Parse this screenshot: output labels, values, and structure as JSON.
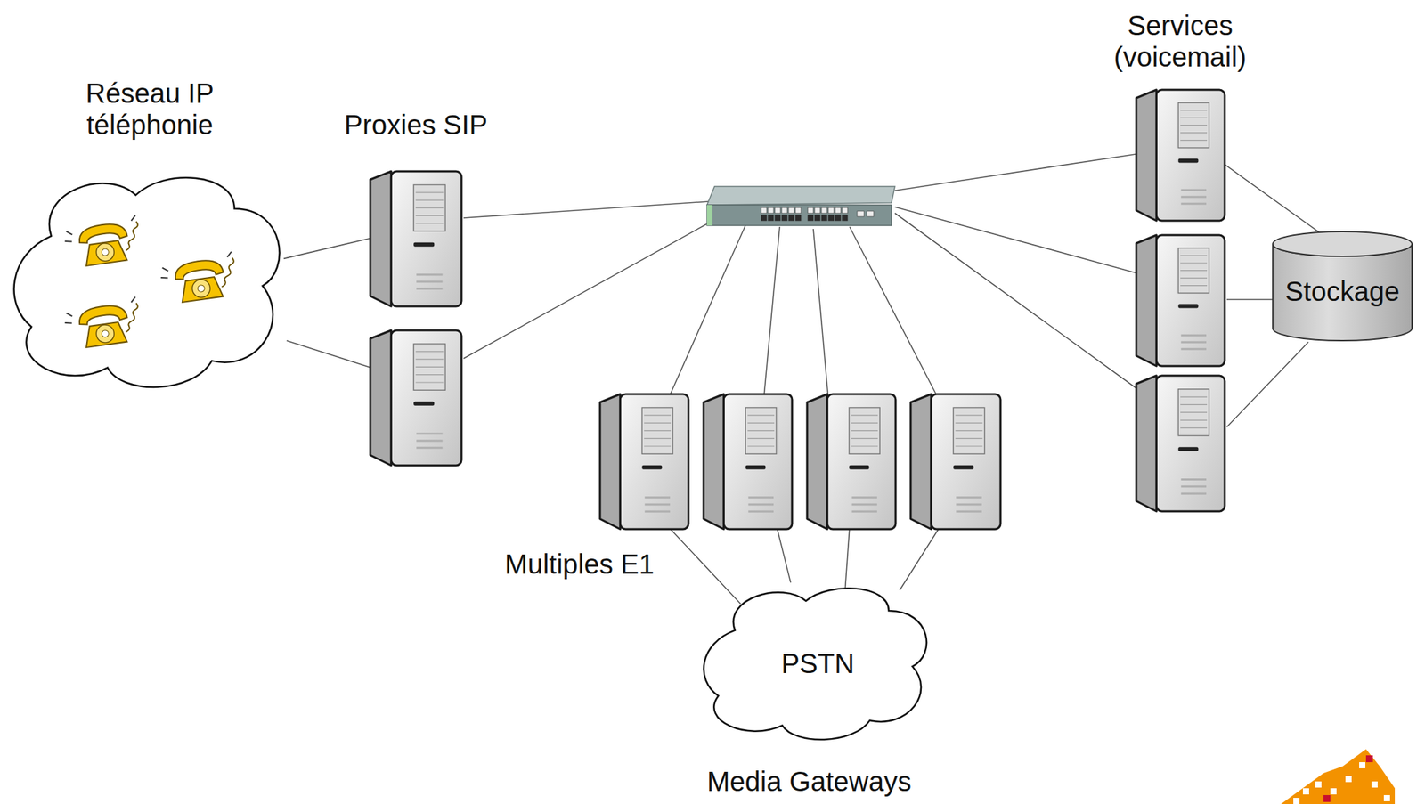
{
  "diagram": {
    "nodes": [
      {
        "text": [
          "Réseau IP téléphonie"
        ]
      },
      {
        "text": [
          "Proxies SIP"
        ]
      },
      {
        "text": [
          "Services (voicemail)"
        ]
      },
      {
        "text": [
          "Stockage"
        ]
      },
      {
        "text": [
          "PSTN"
        ]
      }
    ],
    "edges": [
      {
        "from": 0,
        "to": 1,
        "arrow": "none"
      },
      {
        "from": 2,
        "to": 3,
        "arrow": "none"
      }
    ],
    "labels": [
      "Multiples E1",
      "Media Gateways"
    ]
  }
}
